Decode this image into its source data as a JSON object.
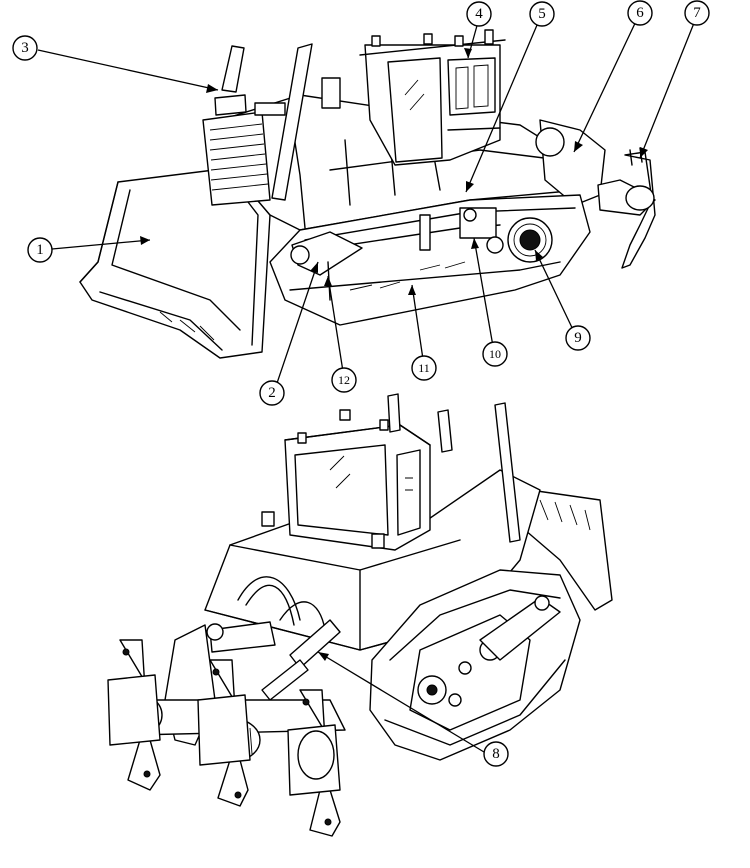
{
  "figure": {
    "views": [
      "front-left-view",
      "rear-right-view"
    ],
    "callouts": [
      {
        "id": "c1",
        "label": "1"
      },
      {
        "id": "c2",
        "label": "2"
      },
      {
        "id": "c3",
        "label": "3"
      },
      {
        "id": "c4",
        "label": "4"
      },
      {
        "id": "c5",
        "label": "5"
      },
      {
        "id": "c6",
        "label": "6"
      },
      {
        "id": "c7",
        "label": "7"
      },
      {
        "id": "c8",
        "label": "8"
      },
      {
        "id": "c9",
        "label": "9"
      },
      {
        "id": "c10",
        "label": "10"
      },
      {
        "id": "c11",
        "label": "11"
      },
      {
        "id": "c12",
        "label": "12"
      }
    ]
  },
  "colors": {
    "ink": "#000000",
    "background": "#ffffff"
  }
}
